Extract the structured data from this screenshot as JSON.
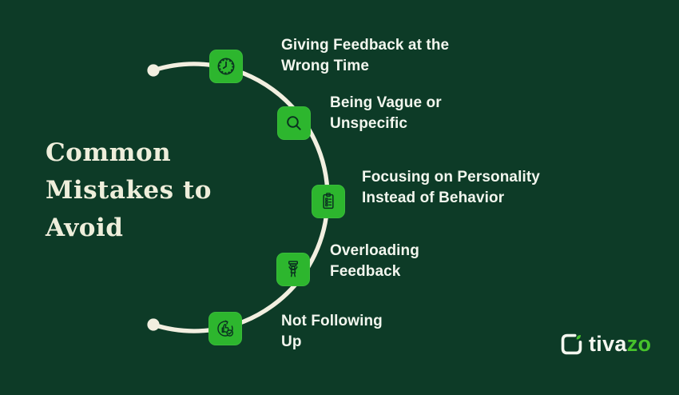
{
  "title": {
    "text": "Common\nMistakes to\nAvoid"
  },
  "items": [
    {
      "icon": "clock-icon",
      "label": "Giving Feedback at the\nWrong Time"
    },
    {
      "icon": "magnifier-icon",
      "label": "Being Vague or\nUnspecific"
    },
    {
      "icon": "checklist-icon",
      "label": "Focusing on Personality\nInstead of Behavior"
    },
    {
      "icon": "overloaded-person-icon",
      "label": "Overloading\nFeedback"
    },
    {
      "icon": "thumbs-up-refresh-icon",
      "label": "Not Following\nUp"
    }
  ],
  "logo": {
    "text_white": "tiva",
    "text_green": "zo"
  },
  "colors": {
    "background": "#0d3b27",
    "icon_green": "#2db62e",
    "arc_cream": "#f2efe0",
    "title_cream": "#eeeedb",
    "label_white": "#f2f6ee",
    "logo_green": "#46c32b",
    "glyph_dark": "#0a3120"
  }
}
